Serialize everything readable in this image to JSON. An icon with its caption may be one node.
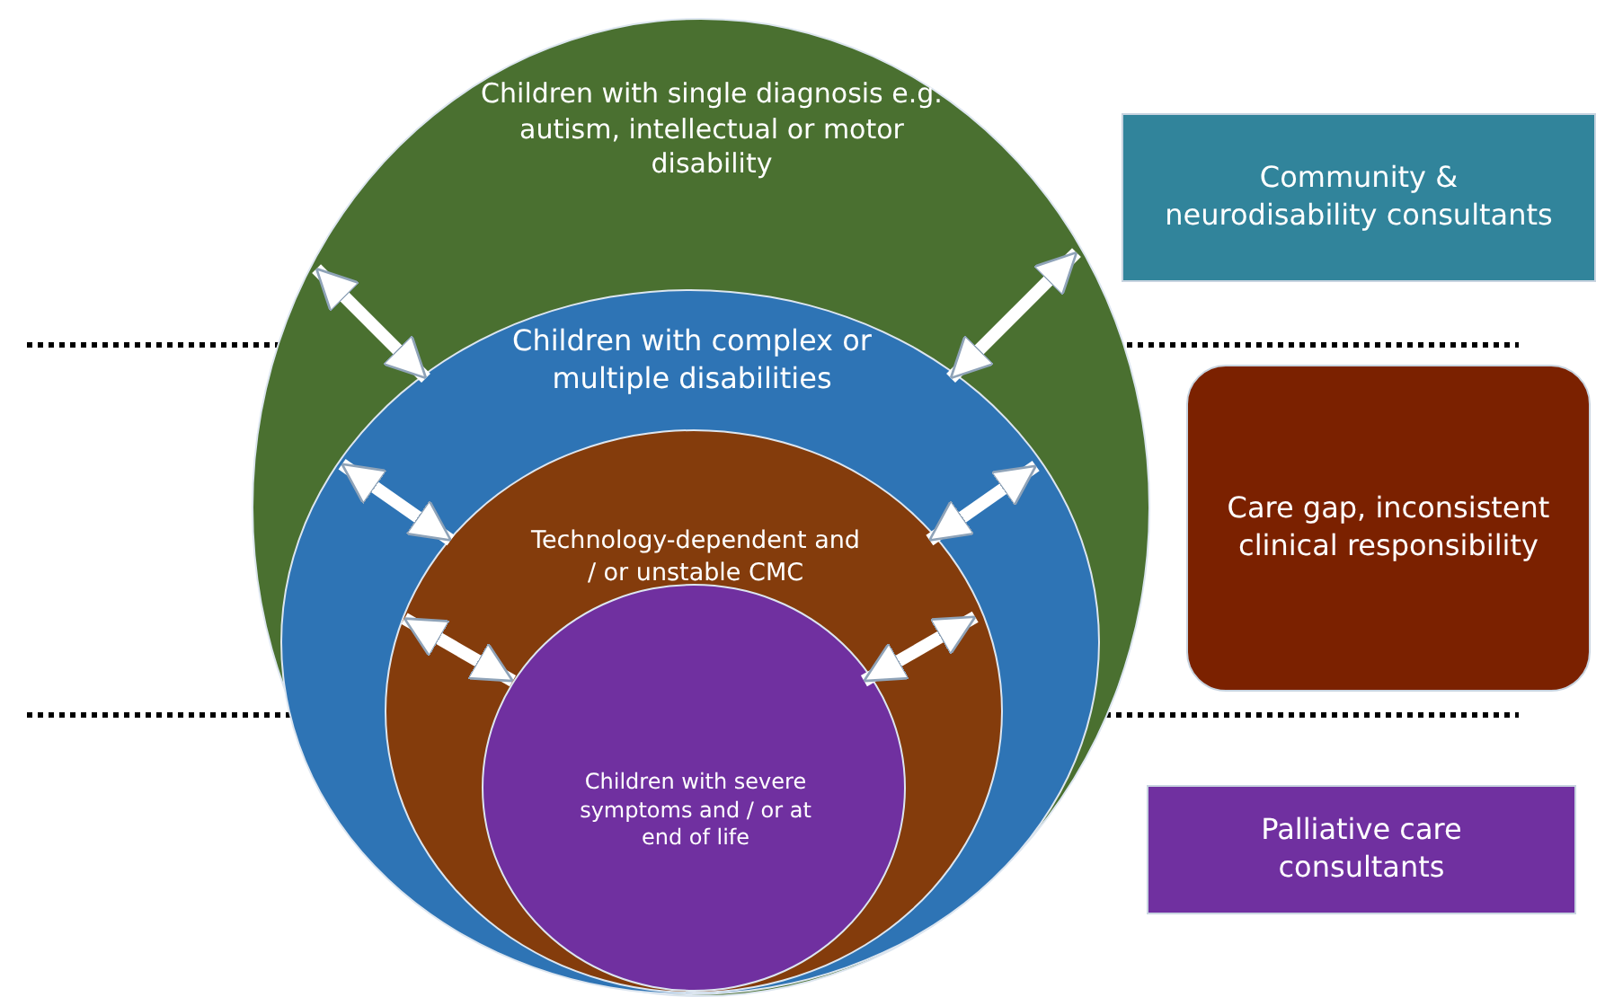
{
  "diagram": {
    "nodes": [
      {
        "text": [
          "Children with single diagnosis e.g. autism, intellectual or motor disability"
        ]
      },
      {
        "text": [
          "Children with complex or multiple disabilities"
        ],
        "in": 0
      },
      {
        "text": [
          "Technology-dependent and / or unstable CMC"
        ],
        "in": 1
      },
      {
        "text": [
          "Children with severe symptoms and / or at end of life"
        ],
        "in": 2
      },
      {
        "text": [
          "Community & neurodisability consultants"
        ]
      },
      {
        "text": [
          "Care gap, inconsistent clinical responsibility"
        ]
      },
      {
        "text": [
          "Palliative care consultants"
        ]
      }
    ],
    "edges": [
      {
        "from": 0,
        "to": 1,
        "arrow": "both"
      },
      {
        "from": 0,
        "to": 1,
        "arrow": "both"
      },
      {
        "from": 1,
        "to": 2,
        "arrow": "both"
      },
      {
        "from": 1,
        "to": 2,
        "arrow": "both"
      },
      {
        "from": 2,
        "to": 3,
        "arrow": "both"
      },
      {
        "from": 2,
        "to": 3,
        "arrow": "both"
      }
    ]
  }
}
